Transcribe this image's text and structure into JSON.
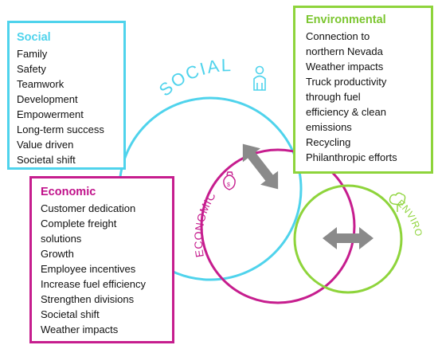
{
  "colors": {
    "social": "#4fd3ec",
    "economic": "#c61d8e",
    "environmental": "#8ed43b",
    "arrow": "#8a8a8a"
  },
  "social": {
    "title": "Social",
    "items": [
      "Family",
      "Safety",
      "Teamwork",
      "Development",
      "Empowerment",
      "Long-term success",
      "Value driven",
      "Societal shift"
    ]
  },
  "environmental": {
    "title": "Environmental",
    "items": [
      "Connection to",
      "northern Nevada",
      "Weather impacts",
      "Truck productivity",
      "through fuel",
      "efficiency & clean",
      "emissions",
      "Recycling",
      "Philanthropic efforts"
    ]
  },
  "economic": {
    "title": "Economic",
    "items": [
      "Customer dedication",
      "Complete freight",
      "solutions",
      "Growth",
      "Employee incentives",
      "Increase fuel efficiency",
      "Strengthen divisions",
      "Societal shift",
      "Weather impacts"
    ]
  },
  "circle_labels": {
    "social": "SOCIAL",
    "economic": "ECONOMIC",
    "enviro": "ENVIRO"
  },
  "icons": {
    "social": "person-icon",
    "economic": "money-bag-icon",
    "enviro": "tree-icon",
    "connector": "double-arrow-icon"
  }
}
